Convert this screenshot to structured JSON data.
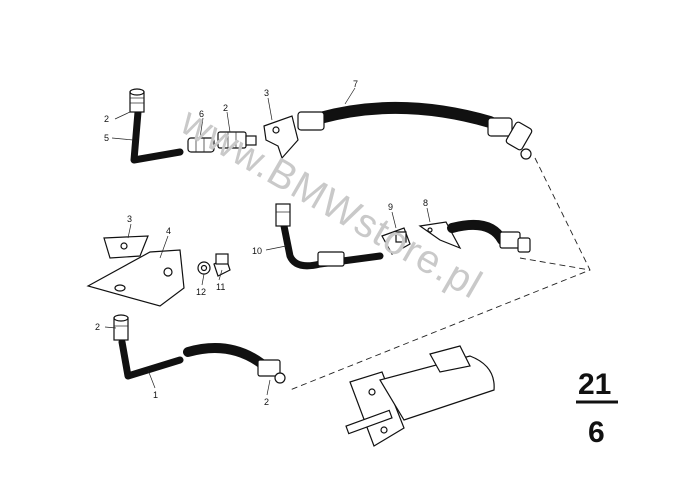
{
  "watermark": "www.BMWstore.pl",
  "group": {
    "main": "21",
    "sub": "6"
  },
  "callouts": {
    "c2a": "2",
    "c5": "5",
    "c6": "6",
    "c2b": "2",
    "c3a": "3",
    "c7": "7",
    "c3b": "3",
    "c4": "4",
    "c12": "12",
    "c11": "11",
    "c10": "10",
    "c9": "9",
    "c8": "8",
    "c2c": "2",
    "c1": "1",
    "c2d": "2"
  }
}
